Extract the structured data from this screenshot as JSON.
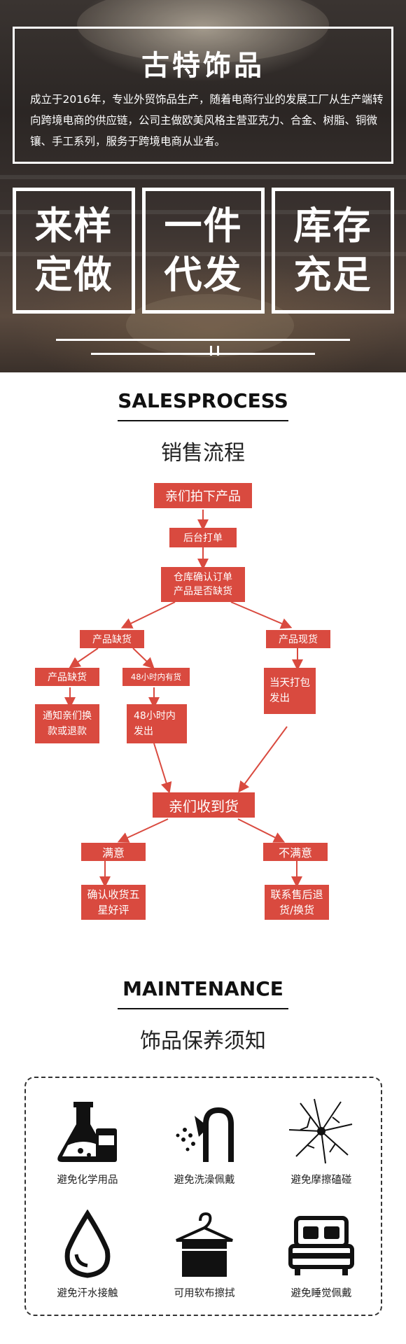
{
  "hero": {
    "brand": "古特饰品",
    "intro": "成立于2016年，专业外贸饰品生产，随着电商行业的发展工厂从生产端转向跨境电商的供应链，公司主做欧美风格主营亚克力、合金、树脂、铜微镶、手工系列，服务于跨境电商从业者。",
    "features": [
      "来样定做",
      "一件代发",
      "库存充足"
    ]
  },
  "sales": {
    "title_en": "SALESPROCESS",
    "title_cn": "销售流程",
    "nodes": {
      "n1": "亲们拍下产品",
      "n2": "后台打单",
      "n3a": "仓库确认订单",
      "n3b": "产品是否缺货",
      "n4": "产品缺货",
      "n5": "产品现货",
      "n6": "产品缺货",
      "n7": "48小时内有货",
      "n8": "当天打包发出",
      "n9": "通知亲们换款或退款",
      "n10": "48小时内发出",
      "n11": "亲们收到货",
      "n12": "满意",
      "n13": "不满意",
      "n14": "确认收货五星好评",
      "n15": "联系售后退货/换货"
    }
  },
  "maintenance": {
    "title_en": "MAINTENANCE",
    "title_cn": "饰品保养须知",
    "items": [
      {
        "label": "避免化学用品",
        "icon": "chemical-flask-icon"
      },
      {
        "label": "避免洗澡佩戴",
        "icon": "shower-icon"
      },
      {
        "label": "避免摩擦磕碰",
        "icon": "crack-icon"
      },
      {
        "label": "避免汗水接触",
        "icon": "water-drop-icon"
      },
      {
        "label": "可用软布擦拭",
        "icon": "cloth-hanger-icon"
      },
      {
        "label": "避免睡觉佩戴",
        "icon": "bed-icon"
      }
    ]
  },
  "colors": {
    "accent": "#d94a3f"
  }
}
